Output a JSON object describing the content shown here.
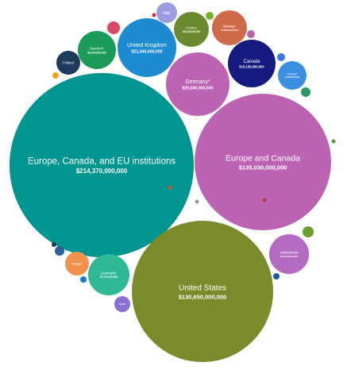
{
  "chart_data": {
    "type": "bubble",
    "bubbles": [
      {
        "label": "Europe, Canada, and EU institutions",
        "value_text": "$214,370,000,000",
        "value": 214370000000,
        "color": "#00958f"
      },
      {
        "label": "Europe and Canada",
        "value_text": "$135,030,000,000",
        "value": 135030000000,
        "color": "#bd63b4"
      },
      {
        "label": "United States",
        "value_text": "$130,650,000,000",
        "value": 130650000000,
        "color": "#7b8a2a"
      },
      {
        "label": "United Kingdom",
        "value_text": "$21,340,000,000",
        "value": 21340000000,
        "color": "#1e8ad1"
      },
      {
        "label": "Germany*",
        "value_text": "$25,640,000,000",
        "value": 25640000000,
        "color": "#bd63b4"
      },
      {
        "label": "Canada",
        "value_text": "$15,150,000,000",
        "value": 15150000000,
        "color": "#151a7e"
      },
      {
        "label": "Sweden*",
        "value_text": "$8,000,000,000",
        "value": 8000000000,
        "color": "#1a9b58"
      },
      {
        "label": "France",
        "value_text": "$6,640,000,000",
        "value": 6640000000,
        "color": "#6b8a2d"
      },
      {
        "label": "Norway*",
        "value_text": "$7,660,000,000",
        "value": 7660000000,
        "color": "#cf6b4a"
      },
      {
        "label": "Denmark*",
        "value_text": "$7,570,000,000",
        "value": 7570000000,
        "color": "#2fb894"
      },
      {
        "label": "Netherlands",
        "value_text": "$6,100,000,000",
        "value": 6100000000,
        "color": "#b36ac0"
      },
      {
        "label": "Finland",
        "value_text": "",
        "value": null,
        "color": "#1e3a5c"
      },
      {
        "label": "Italy",
        "value_text": "",
        "value": null,
        "color": "#9b9ce0"
      },
      {
        "label": "Poland*",
        "value_text": "$3,330,000,000",
        "value": 3330000000,
        "color": "#3a8fe0"
      },
      {
        "label": "Belgium",
        "value_text": "",
        "value": null,
        "color": "#f0924e"
      },
      {
        "label": "Spain",
        "value_text": "",
        "value": null,
        "color": "#8b6fd0"
      },
      {
        "label": "",
        "value_text": "",
        "value": null,
        "color": "#d94868"
      },
      {
        "label": "",
        "value_text": "",
        "value": null,
        "color": "#cc2850"
      },
      {
        "label": "",
        "value_text": "",
        "value": null,
        "color": "#7bb22b"
      },
      {
        "label": "",
        "value_text": "",
        "value": null,
        "color": "#bd63b4"
      },
      {
        "label": "",
        "value_text": "",
        "value": null,
        "color": "#3a78e0"
      },
      {
        "label": "",
        "value_text": "",
        "value": null,
        "color": "#2d9a62"
      },
      {
        "label": "",
        "value_text": "",
        "value": null,
        "color": "#e8a820"
      },
      {
        "label": "",
        "value_text": "",
        "value": null,
        "color": "#6b9e2a"
      },
      {
        "label": "",
        "value_text": "",
        "value": null,
        "color": "#2a5fa0"
      },
      {
        "label": "",
        "value_text": "",
        "value": null,
        "color": "#1e3a5c"
      },
      {
        "label": "",
        "value_text": "",
        "value": null,
        "color": "#1e78c8"
      },
      {
        "label": "",
        "value_text": "",
        "value": null,
        "color": "#1a5aa0"
      },
      {
        "label": "",
        "value_text": "",
        "value": null,
        "color": "#c03a3a"
      },
      {
        "label": "",
        "value_text": "",
        "value": null,
        "color": "#e04a2a"
      },
      {
        "label": "",
        "value_text": "",
        "value": null,
        "color": "#4fa030"
      },
      {
        "label": "",
        "value_text": "",
        "value": null,
        "color": "#9a9a9a"
      }
    ]
  }
}
